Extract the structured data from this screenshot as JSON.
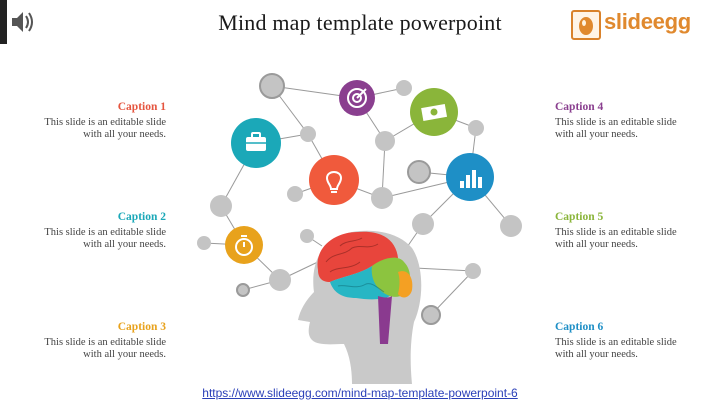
{
  "title": "Mind map template powerpoint",
  "logo": {
    "text": "slideegg"
  },
  "captions": [
    {
      "title": "Caption 1",
      "desc": "This slide is an editable slide with all your needs.",
      "color": "#e5553f"
    },
    {
      "title": "Caption 2",
      "desc": "This slide is an editable slide with all your needs.",
      "color": "#1ba8b8"
    },
    {
      "title": "Caption 3",
      "desc": "This slide is an editable slide with all your needs.",
      "color": "#e8a21c"
    },
    {
      "title": "Caption 4",
      "desc": "This slide is an editable slide with all your needs.",
      "color": "#8a3f8f"
    },
    {
      "title": "Caption 5",
      "desc": "This slide is an editable slide with all your needs.",
      "color": "#8ab53a"
    },
    {
      "title": "Caption 6",
      "desc": "This slide is an editable slide with all your needs.",
      "color": "#1e8fc6"
    }
  ],
  "icons": {
    "briefcase": "briefcase-icon",
    "target": "target-icon",
    "money": "money-icon",
    "bulb": "lightbulb-icon",
    "chart": "bar-chart-icon",
    "stopwatch": "stopwatch-icon",
    "speaker": "speaker-icon"
  },
  "footer": {
    "link": "https://www.slideegg.com/mind-map-template-powerpoint-6"
  }
}
